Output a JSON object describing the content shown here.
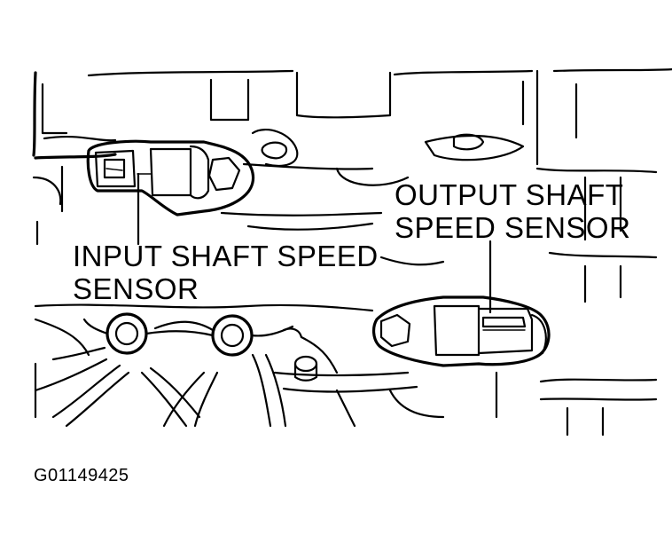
{
  "labels": {
    "input_sensor": [
      "INPUT SHAFT SPEED",
      "SENSOR"
    ],
    "output_sensor": [
      "OUTPUT SHAFT",
      "SPEED SENSOR"
    ]
  },
  "figure_id": "G01149425"
}
